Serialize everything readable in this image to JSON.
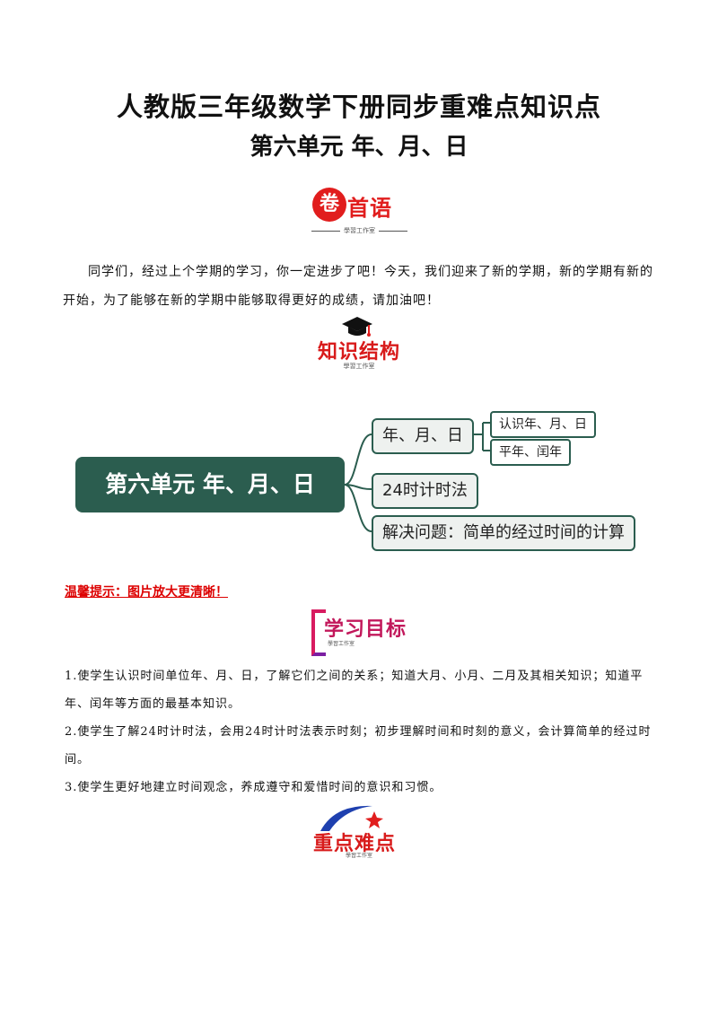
{
  "header": {
    "title": "人教版三年级数学下册同步重难点知识点",
    "subtitle": "第六单元  年、月、日"
  },
  "badges": {
    "preface": {
      "circle": "卷",
      "text": "首语",
      "sub": "學習工作室"
    },
    "structure": {
      "text": "知识结构",
      "sub": "學習工作室"
    },
    "goals": {
      "text": "学习目标",
      "sub": "學習工作室"
    },
    "keypoints": {
      "text": "重点难点",
      "sub": "學習工作室"
    }
  },
  "intro": "同学们，经过上个学期的学习，你一定进步了吧！今天，我们迎来了新的学期，新的学期有新的开始，为了能够在新的学期中能够取得更好的成绩，请加油吧！",
  "mindmap": {
    "root": "第六单元 年、月、日",
    "branches": [
      "年、月、日",
      "24时计时法",
      "解决问题：简单的经过时间的计算"
    ],
    "leaves": [
      "认识年、月、日",
      "平年、闰年"
    ]
  },
  "tip": "温馨提示：图片放大更清晰！",
  "objectives": [
    "1.使学生认识时间单位年、月、日，了解它们之间的关系；知道大月、小月、二月及其相关知识；知道平年、闰年等方面的最基本知识。",
    "2.使学生了解24时计时法，会用24时计时法表示时刻；初步理解时间和时刻的意义，会计算简单的经过时间。",
    "3.使学生更好地建立时间观念，养成遵守和爱惜时间的意识和习惯。"
  ],
  "colors": {
    "accent_red": "#e11d1d",
    "mindmap_green": "#2b5d4f",
    "goal_magenta": "#c2185b",
    "key_blue": "#1e40af"
  },
  "icons": {
    "structure": "graduation-cap-icon",
    "keypoints": "swoosh-star-icon"
  }
}
